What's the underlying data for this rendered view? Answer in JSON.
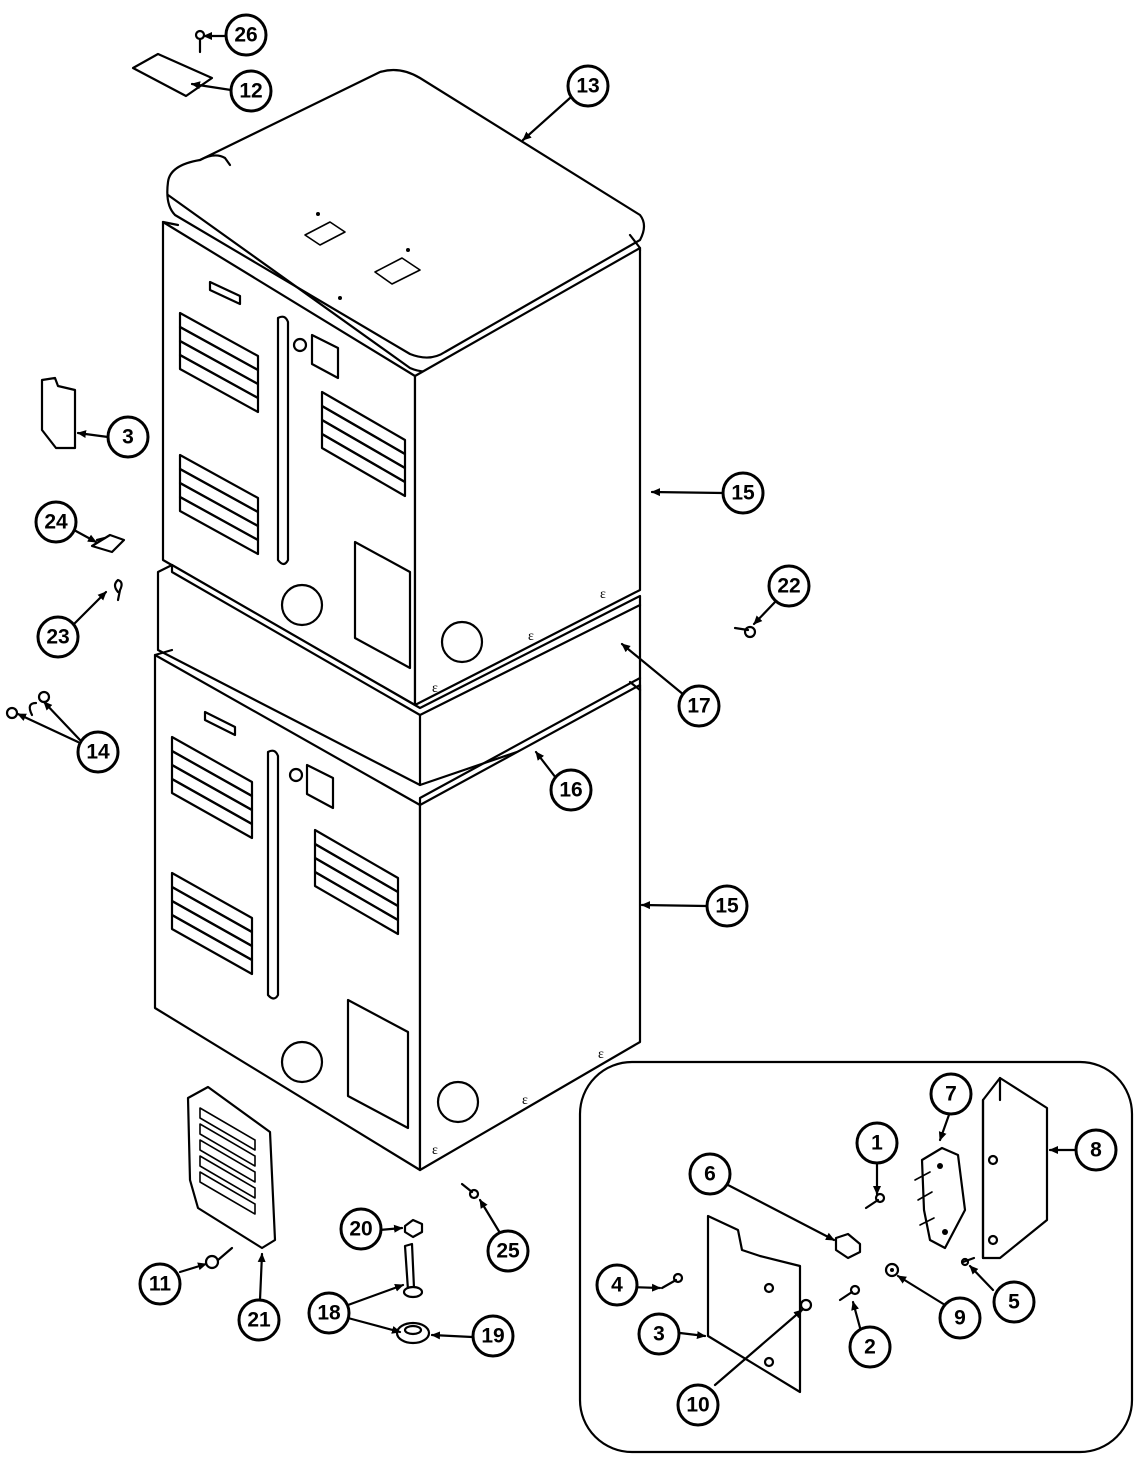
{
  "diagram": {
    "callouts": [
      {
        "id": "c26",
        "label": "26"
      },
      {
        "id": "c12",
        "label": "12"
      },
      {
        "id": "c13",
        "label": "13"
      },
      {
        "id": "c3a",
        "label": "3"
      },
      {
        "id": "c15a",
        "label": "15"
      },
      {
        "id": "c24",
        "label": "24"
      },
      {
        "id": "c22",
        "label": "22"
      },
      {
        "id": "c23",
        "label": "23"
      },
      {
        "id": "c17",
        "label": "17"
      },
      {
        "id": "c14",
        "label": "14"
      },
      {
        "id": "c16",
        "label": "16"
      },
      {
        "id": "c15b",
        "label": "15"
      },
      {
        "id": "c7",
        "label": "7"
      },
      {
        "id": "c8",
        "label": "8"
      },
      {
        "id": "c1",
        "label": "1"
      },
      {
        "id": "c6",
        "label": "6"
      },
      {
        "id": "c20",
        "label": "20"
      },
      {
        "id": "c25",
        "label": "25"
      },
      {
        "id": "c11",
        "label": "11"
      },
      {
        "id": "c21",
        "label": "21"
      },
      {
        "id": "c18",
        "label": "18"
      },
      {
        "id": "c19",
        "label": "19"
      },
      {
        "id": "c4",
        "label": "4"
      },
      {
        "id": "c5",
        "label": "5"
      },
      {
        "id": "c9",
        "label": "9"
      },
      {
        "id": "c3b",
        "label": "3"
      },
      {
        "id": "c2",
        "label": "2"
      },
      {
        "id": "c10",
        "label": "10"
      }
    ]
  }
}
